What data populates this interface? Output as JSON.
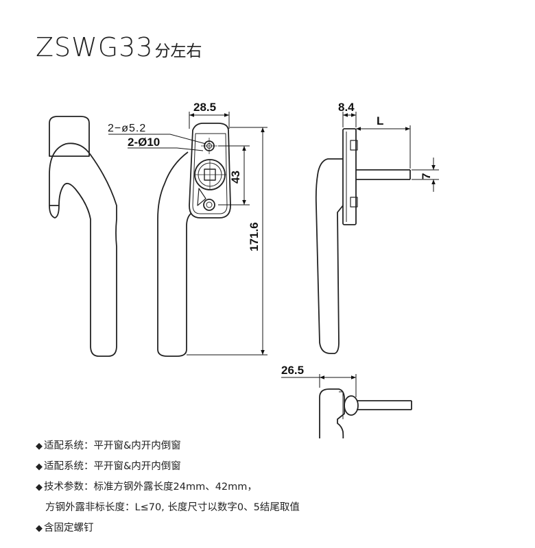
{
  "title": {
    "model": "ZSWG33",
    "suffix": "分左右"
  },
  "dimensions": {
    "width_plate": "28.5",
    "hole_small": "2−ø5.2",
    "hole_large": "2-Ø10",
    "hole_spacing": "43",
    "total_length": "171.6",
    "plate_thickness": "8.4",
    "spindle_length": "L",
    "spindle_square": "7",
    "base_height": "26.5"
  },
  "specs": [
    {
      "bullet": "◆",
      "text": "适配系统：平开窗&内开内倒窗"
    },
    {
      "bullet": "◆",
      "text": "适配系统：平开窗&内开内倒窗"
    },
    {
      "bullet": "◆",
      "text": "技术参数：标准方钢外露长度24mm、42mm，"
    },
    {
      "bullet": "",
      "text": "方钢外露非标长度：L≤70, 长度尺寸以数字0、5结尾取值"
    },
    {
      "bullet": "◆",
      "text": "含固定螺钉"
    }
  ]
}
